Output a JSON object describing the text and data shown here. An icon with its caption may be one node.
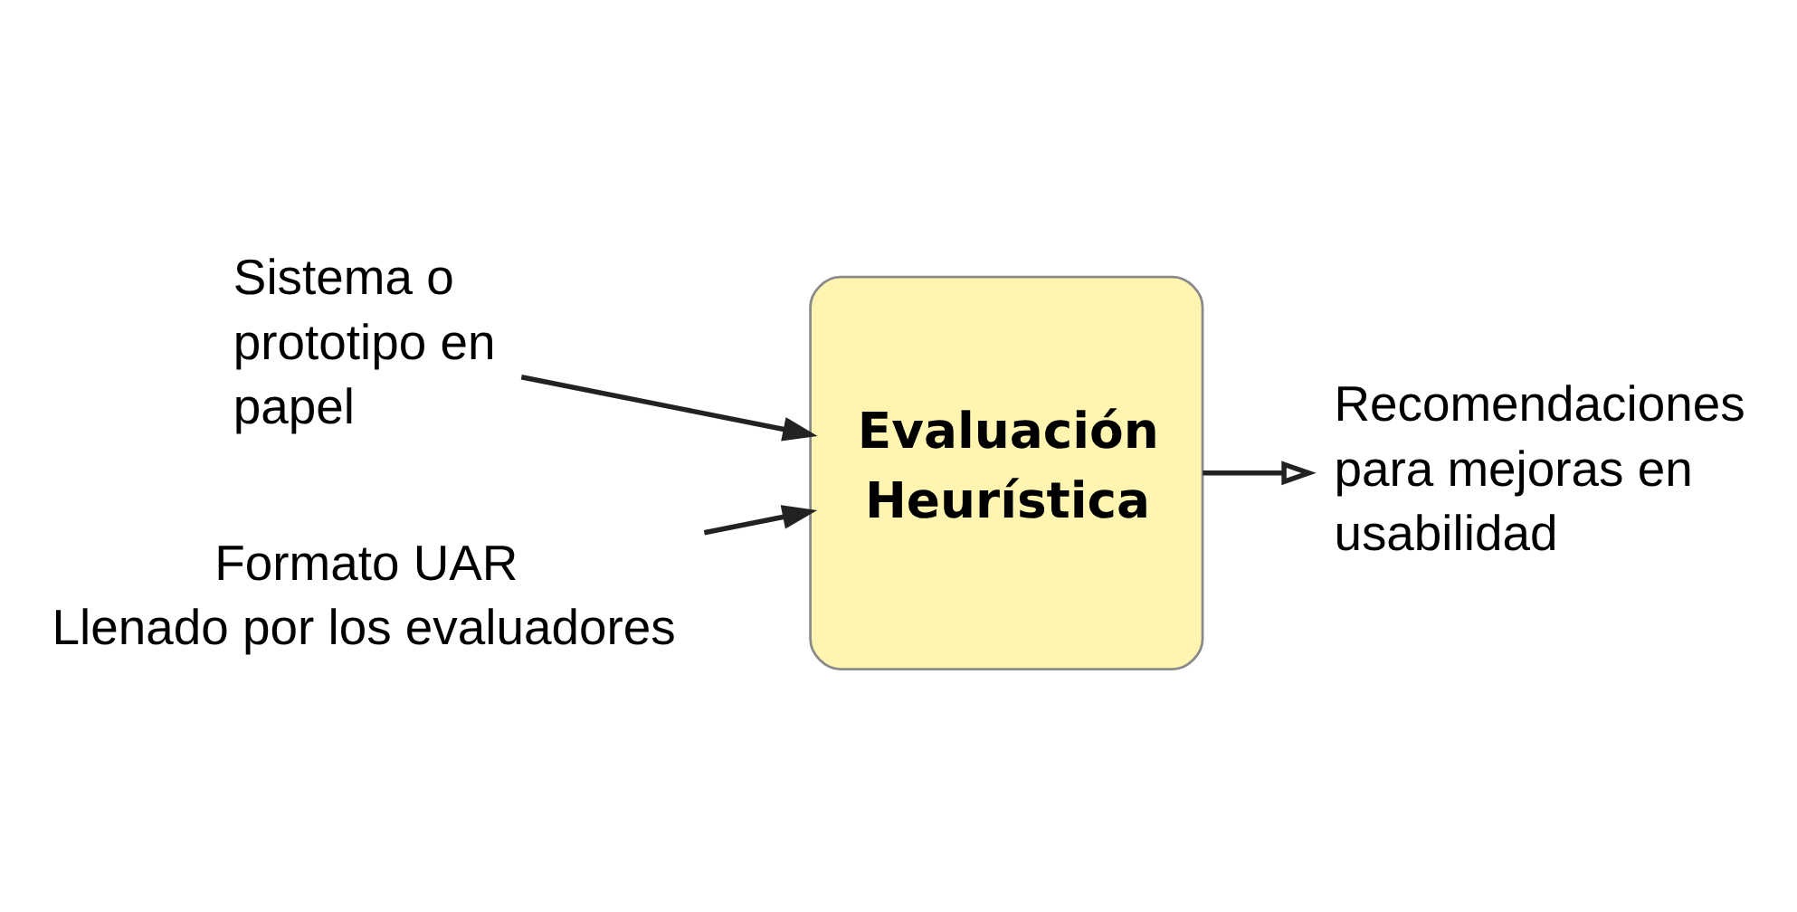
{
  "diagram": {
    "nodes": [
      {
        "text": [
          "Sistema o prototipo en papel"
        ]
      },
      {
        "text": [
          "Evaluación Heurística"
        ]
      },
      {
        "text": [
          "Formato UAR",
          "Llenado por los evaluadores"
        ]
      },
      {
        "text": [
          "Recomendaciones para mejoras en usabilidad"
        ]
      }
    ],
    "edges": [
      {
        "from": 0,
        "to": 1,
        "arrow": "to"
      },
      {
        "from": 2,
        "to": 1,
        "arrow": "to"
      },
      {
        "from": 1,
        "to": 3,
        "arrow": "to"
      }
    ]
  }
}
